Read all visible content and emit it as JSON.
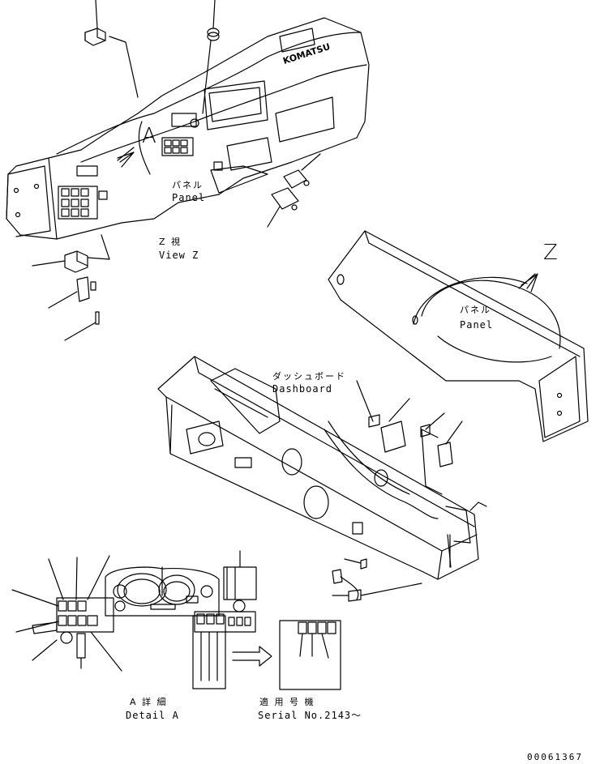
{
  "brand": "KOMATSU",
  "view_marker_a": "A",
  "view_marker_z": "Z",
  "labels": {
    "panel_top_jp": "パネル",
    "panel_top_en": "Panel",
    "viewz_jp": "Z 視",
    "viewz_en": "View Z",
    "panel_right_jp": "パネル",
    "panel_right_en": "Panel",
    "dashboard_jp": "ダッシュボード",
    "dashboard_en": "Dashboard",
    "detail_jp": "A 詳 細",
    "detail_en": "Detail A",
    "serial_jp": "適 用 号 機",
    "serial_en": "Serial No.2143～"
  },
  "drawing_number": "00061367"
}
